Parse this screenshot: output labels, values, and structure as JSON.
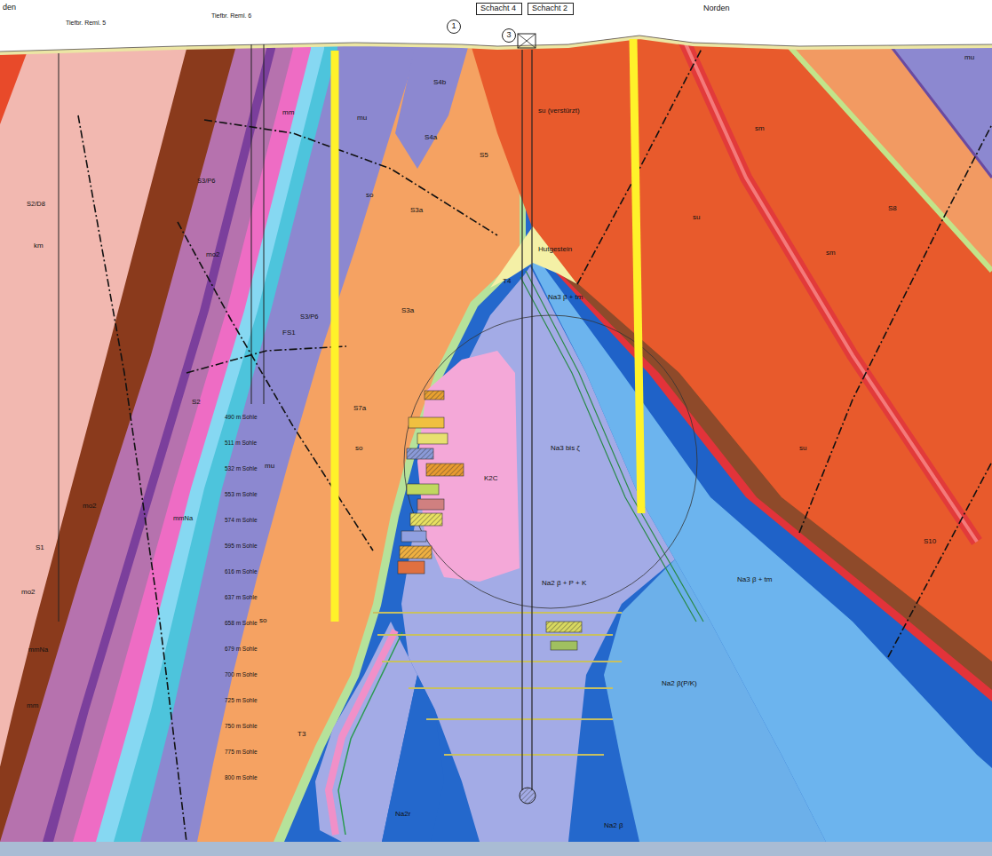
{
  "diagram": {
    "nodes": [
      {
        "text": [
          "Schacht 4"
        ]
      },
      {
        "text": [
          "Schacht 2"
        ]
      },
      {
        "text": [
          "1"
        ]
      },
      {
        "text": [
          "3"
        ]
      }
    ],
    "labels": [
      "den",
      "Tiefbr. Reml. 5",
      "Tiefbr. Reml. 6",
      "Norden",
      "S4b",
      "mm",
      "mu",
      "mu",
      "su (verstürzt)",
      "S5",
      "S4a",
      "sm",
      "S3/P6",
      "so",
      "S2/D8",
      "S3a",
      "su",
      "km",
      "mo2",
      "sm",
      "S8",
      "Hutgestein",
      "Na3 β + tm",
      "T4",
      "S3a",
      "S3/P6",
      "FS1",
      "S2",
      "S7a",
      "so",
      "Na3 bis ζ",
      "su",
      "mu",
      "K2C",
      "mo2",
      "mmNa",
      "S1",
      "S10",
      "Na2 β + P + K",
      "Na3 β + tm",
      "mo2",
      "so",
      "mmNa",
      "Na2 β(P/K)",
      "mm",
      "T3",
      "Na2r",
      "Na2 β",
      "490 m Sohle",
      "511 m Sohle",
      "532 m Sohle",
      "553 m Sohle",
      "574 m Sohle",
      "595 m Sohle",
      "616 m Sohle",
      "637 m Sohle",
      "658 m Sohle",
      "679 m Sohle",
      "700 m Sohle",
      "725 m Sohle",
      "750 m Sohle",
      "775 m Sohle",
      "800 m Sohle"
    ]
  }
}
